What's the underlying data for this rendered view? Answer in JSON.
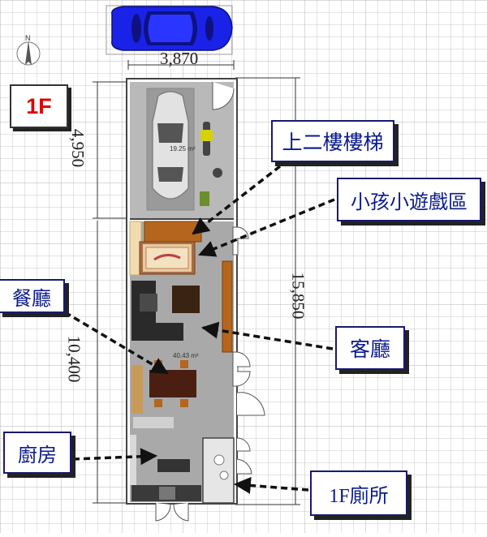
{
  "floor_label": "1F",
  "north_label": "N",
  "dimensions": {
    "top_width": "3,870",
    "garage_depth": "4,950",
    "living_depth": "10,400",
    "total_depth": "15,850"
  },
  "area_labels": {
    "garage": "19.25 m²",
    "living": "40.43 m²"
  },
  "callouts": {
    "stairs": "上二樓樓梯",
    "kids_play_area": "小孩小遊戲區",
    "dining_room": "餐廳",
    "living_room": "客廳",
    "kitchen": "廚房",
    "toilet": "1F廁所"
  },
  "colors": {
    "callout_text": "#0a1a8c",
    "floor_label": "#e00000",
    "car_top": "#1a22e8",
    "floor_gray": "#a9a9a9"
  }
}
